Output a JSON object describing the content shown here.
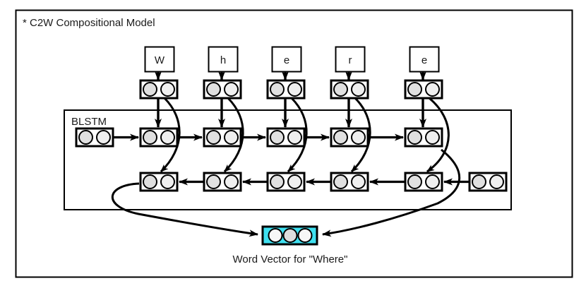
{
  "figure": {
    "title": "* C2W Compositional Model",
    "caption": "Word Vector for \"Where\"",
    "module_label": "BLSTM",
    "word": "Where"
  },
  "colors": {
    "stroke": "#000000",
    "text": "#1a1a1a",
    "cell_fill": "#ffffff",
    "unit_fill": "#e0e0e0",
    "unit_fill_dark": "#d2d2d2",
    "output_fill": "#3fe0f0",
    "output_unit_fill": "#f2f2f2",
    "frame_fill": "#ffffff"
  },
  "characters": [
    {
      "label": "W",
      "index": 0
    },
    {
      "label": "h",
      "index": 1
    },
    {
      "label": "e",
      "index": 2
    },
    {
      "label": "r",
      "index": 3
    },
    {
      "label": "e",
      "index": 4
    }
  ],
  "layers": {
    "char_embedding": {
      "name": "character-embedding-row",
      "units_per_cell": 2,
      "cells": 5
    },
    "forward_lstm": {
      "name": "forward-lstm-row",
      "units_per_cell": 2,
      "cells": 5,
      "has_initial_state": true,
      "direction": "left-to-right"
    },
    "backward_lstm": {
      "name": "backward-lstm-row",
      "units_per_cell": 2,
      "cells": 5,
      "has_initial_state": true,
      "direction": "right-to-left"
    },
    "output_vector": {
      "name": "word-vector",
      "units": 3,
      "highlighted": true
    }
  },
  "icons": {
    "letter_box": "letter-box-icon",
    "memory_cell": "memory-cell-icon",
    "arrow": "arrow-icon",
    "curved_arrow": "curved-arrow-icon"
  }
}
